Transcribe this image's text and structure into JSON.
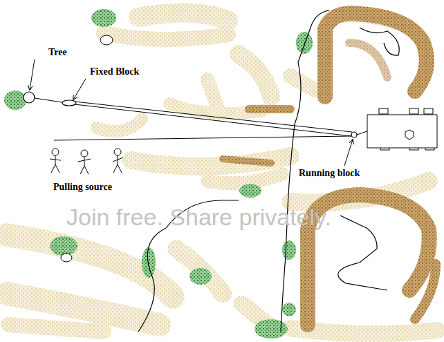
{
  "diagram": {
    "labels": [
      "Tree",
      "Fixed Block",
      "Pulling source",
      "Running block",
      "Join free. Share privately."
    ]
  }
}
